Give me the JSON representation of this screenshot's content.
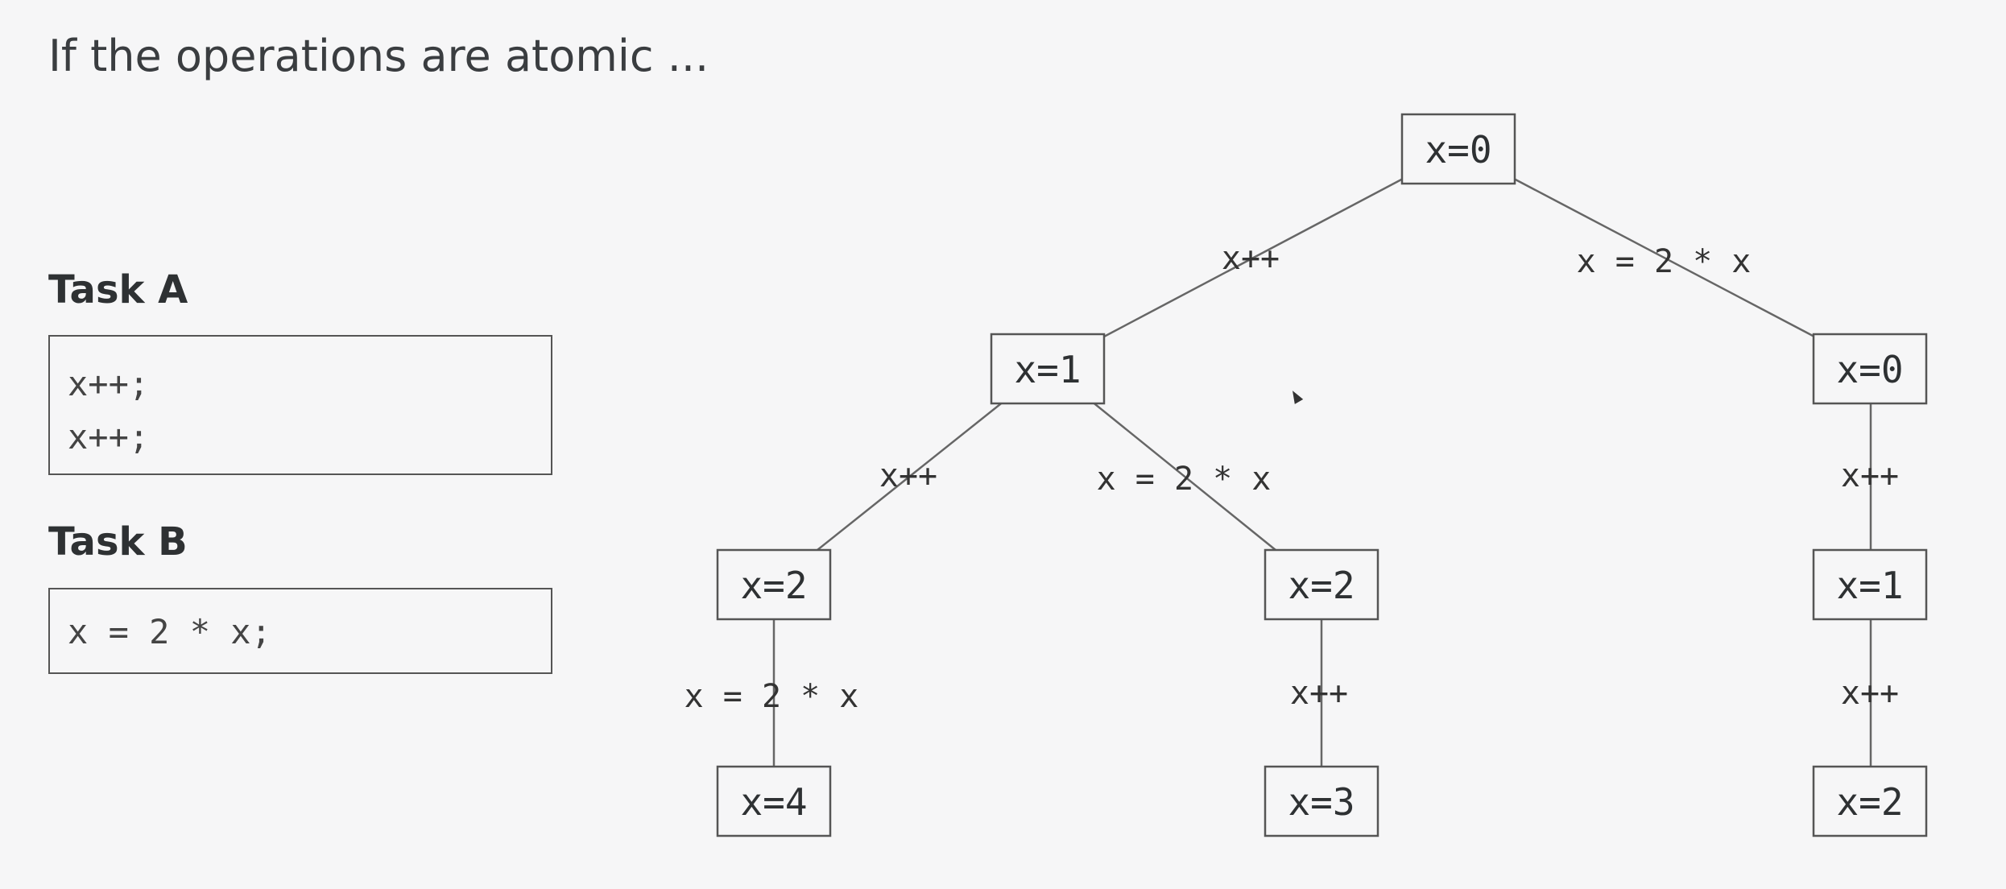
{
  "title": "If the operations are atomic ...",
  "task_a": {
    "heading": "Task A",
    "code": [
      "x++;",
      "x++;"
    ]
  },
  "task_b": {
    "heading": "Task B",
    "code": [
      "x = 2 * x;"
    ]
  },
  "tree": {
    "nodes": {
      "root": "x=0",
      "l": "x=1",
      "r": "x=0",
      "ll": "x=2",
      "lr": "x=2",
      "rc": "x=1",
      "lll": "x=4",
      "lrc": "x=3",
      "rcc": "x=2"
    },
    "edges": {
      "root_l": "x++",
      "root_r": "x = 2 * x",
      "l_ll": "x++",
      "l_lr": "x = 2 * x",
      "r_rc": "x++",
      "ll_lll": "x = 2 * x",
      "lr_lrc": "x++",
      "rc_rcc": "x++"
    }
  }
}
